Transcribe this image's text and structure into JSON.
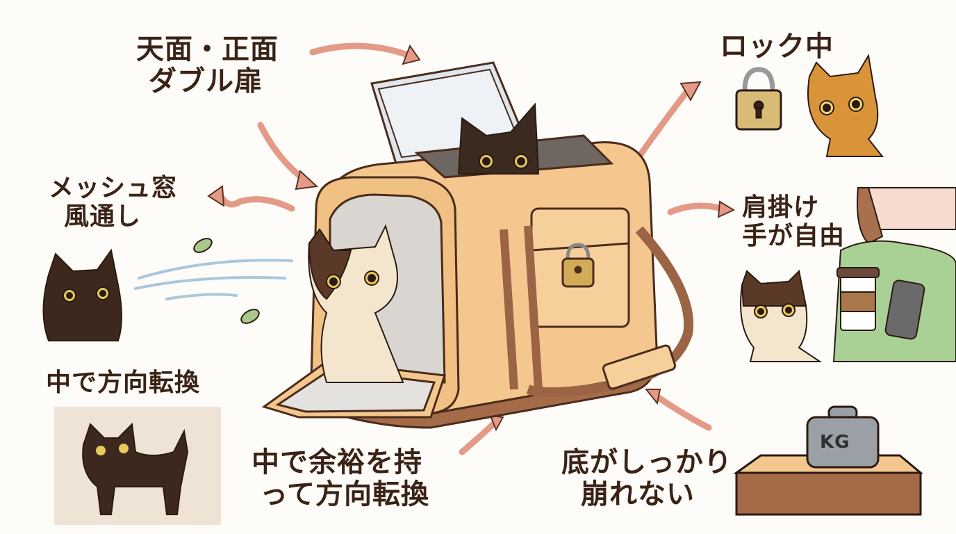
{
  "labels": {
    "double_door": {
      "line1": "天面・正面",
      "line2": "ダブル扉"
    },
    "locked": {
      "line1": "ロック中"
    },
    "mesh_window": {
      "line1": "メッシュ窓",
      "line2": "風通し"
    },
    "shoulder": {
      "line1": "肩掛け",
      "line2": "手が自由"
    },
    "turn_inside_small": {
      "line1": "中で方向転換"
    },
    "turn_inside_room": {
      "line1": "中で余裕を持",
      "line2": "って方向転換"
    },
    "sturdy_bottom": {
      "line1": "底がしっかり",
      "line2": "崩れない"
    }
  },
  "weight": {
    "text": "KG"
  },
  "colors": {
    "bag": "#f2c58a",
    "bag_trim": "#9b6445",
    "arrow": "#e9a08e",
    "ink": "#3a2316",
    "dark_cat": "#3b2a20",
    "tabby": "#d98f35",
    "shirt": "#a9d095"
  }
}
